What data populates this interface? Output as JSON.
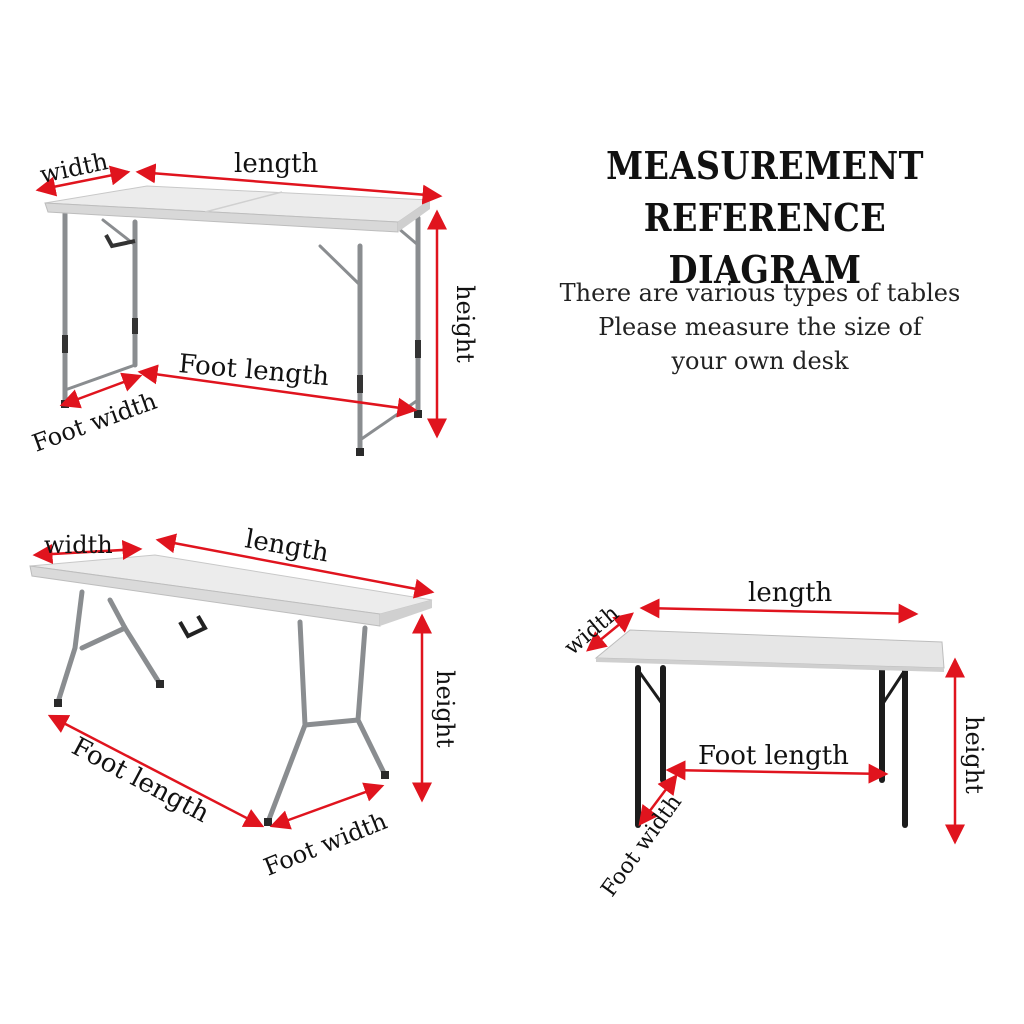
{
  "heading": {
    "line1": "MEASUREMENT",
    "line2": "REFERENCE DIAGRAM"
  },
  "description": [
    "There are various types of tables",
    "Please measure the size of",
    "your own desk"
  ],
  "labels": {
    "width": "width",
    "length": "length",
    "height": "height",
    "foot_length": "Foot length",
    "foot_width": "Foot width"
  },
  "colors": {
    "arrow": "#e0141e",
    "table_top": "#ececec",
    "frame_gray": "#8a8d90",
    "frame_black": "#1c1c1c",
    "text": "#111111"
  },
  "icons": [
    "dimension-arrow",
    "folding-table-icon"
  ]
}
